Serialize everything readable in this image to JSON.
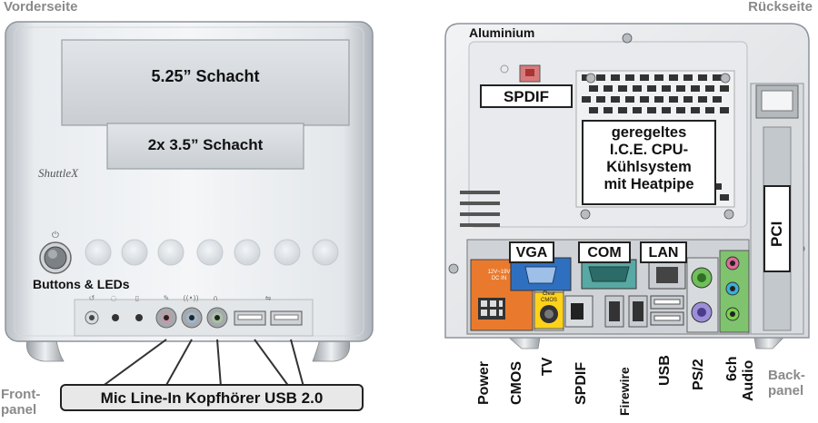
{
  "headers": {
    "front": "Vorderseite",
    "back": "Rückseite"
  },
  "front": {
    "bay_525": "5.25” Schacht",
    "bay_35": "2x 3.5” Schacht",
    "brand": "ShuttleX",
    "buttons_leds": "Buttons & LEDs",
    "front_panel_label": [
      "Front-",
      "panel"
    ],
    "ports_box": "Mic  Line-In  Kopfhörer  USB 2.0"
  },
  "back": {
    "aluminium": "Aluminium",
    "spdif": "SPDIF",
    "cooling": [
      "geregeltes",
      "I.C.E. CPU-",
      "Kühlsystem",
      "mit Heatpipe"
    ],
    "pci": "PCI",
    "vga": "VGA",
    "com": "COM",
    "lan": "LAN",
    "power_tiny": [
      "12V~19V",
      "DC IN"
    ],
    "clear_cmos_tiny": [
      "Clear",
      "CMOS"
    ],
    "back_panel_label": [
      "Back-",
      "panel"
    ],
    "bottom_labels": [
      "Power",
      "CMOS",
      "TV",
      "SPDIF",
      "Firewire",
      "USB",
      "PS/2",
      "6ch",
      "Audio"
    ]
  }
}
